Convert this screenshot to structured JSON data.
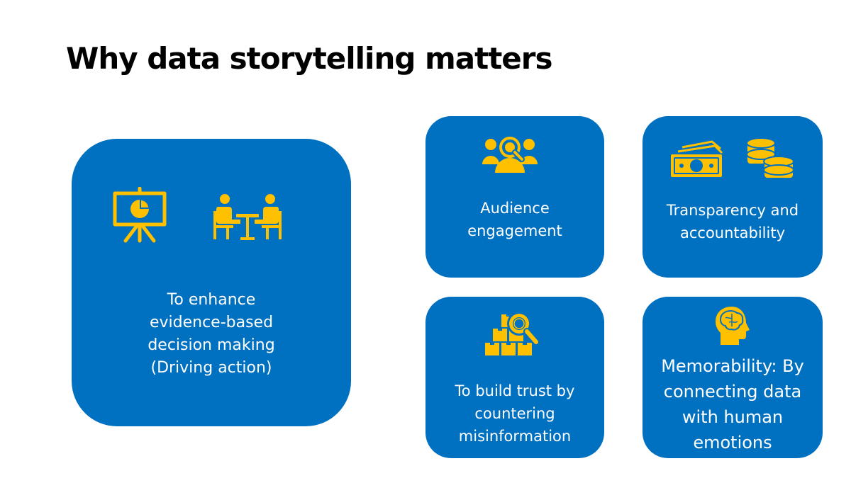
{
  "title": "Why data storytelling matters",
  "colors": {
    "card_background": "#0070c0",
    "icon_color": "#ffc000",
    "text_color": "#ffffff"
  },
  "cards": {
    "main": {
      "text": "To enhance\nevidence-based\ndecision making\n(Driving action)",
      "icons": [
        "presentation-board-icon",
        "meeting-table-icon"
      ]
    },
    "audience": {
      "text": "Audience\nengagement",
      "icons": [
        "audience-search-icon"
      ]
    },
    "transparency": {
      "text": "Transparency and\naccountability",
      "icons": [
        "banknotes-icon",
        "coin-stack-icon"
      ]
    },
    "trust": {
      "text": "To build trust by\ncountering\nmisinformation",
      "icons": [
        "inspect-boxes-icon"
      ]
    },
    "memorability": {
      "text": "Memorability: By\nconnecting data\nwith human\nemotions",
      "icons": [
        "human-brain-icon"
      ]
    }
  }
}
